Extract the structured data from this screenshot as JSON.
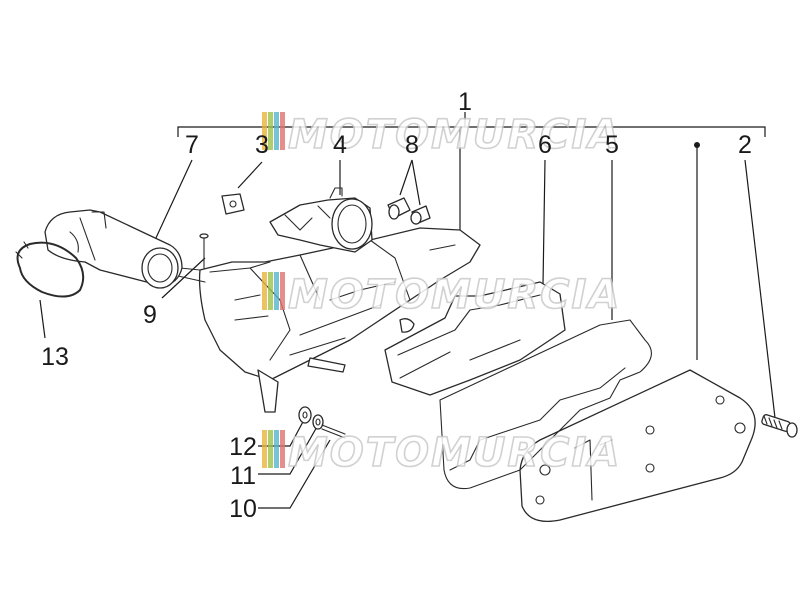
{
  "callouts": {
    "c1": "1",
    "c2": "2",
    "c3": "3",
    "c4": "4",
    "c5": "5",
    "c6": "6",
    "c7": "7",
    "c8": "8",
    "c9": "9",
    "c10": "10",
    "c11": "11",
    "c12": "12",
    "c13": "13"
  },
  "watermark": {
    "text": "MOTOMURCIA",
    "stripe_colors": [
      "#e8b33a",
      "#9cc24a",
      "#55b7c9",
      "#e0726e"
    ]
  }
}
